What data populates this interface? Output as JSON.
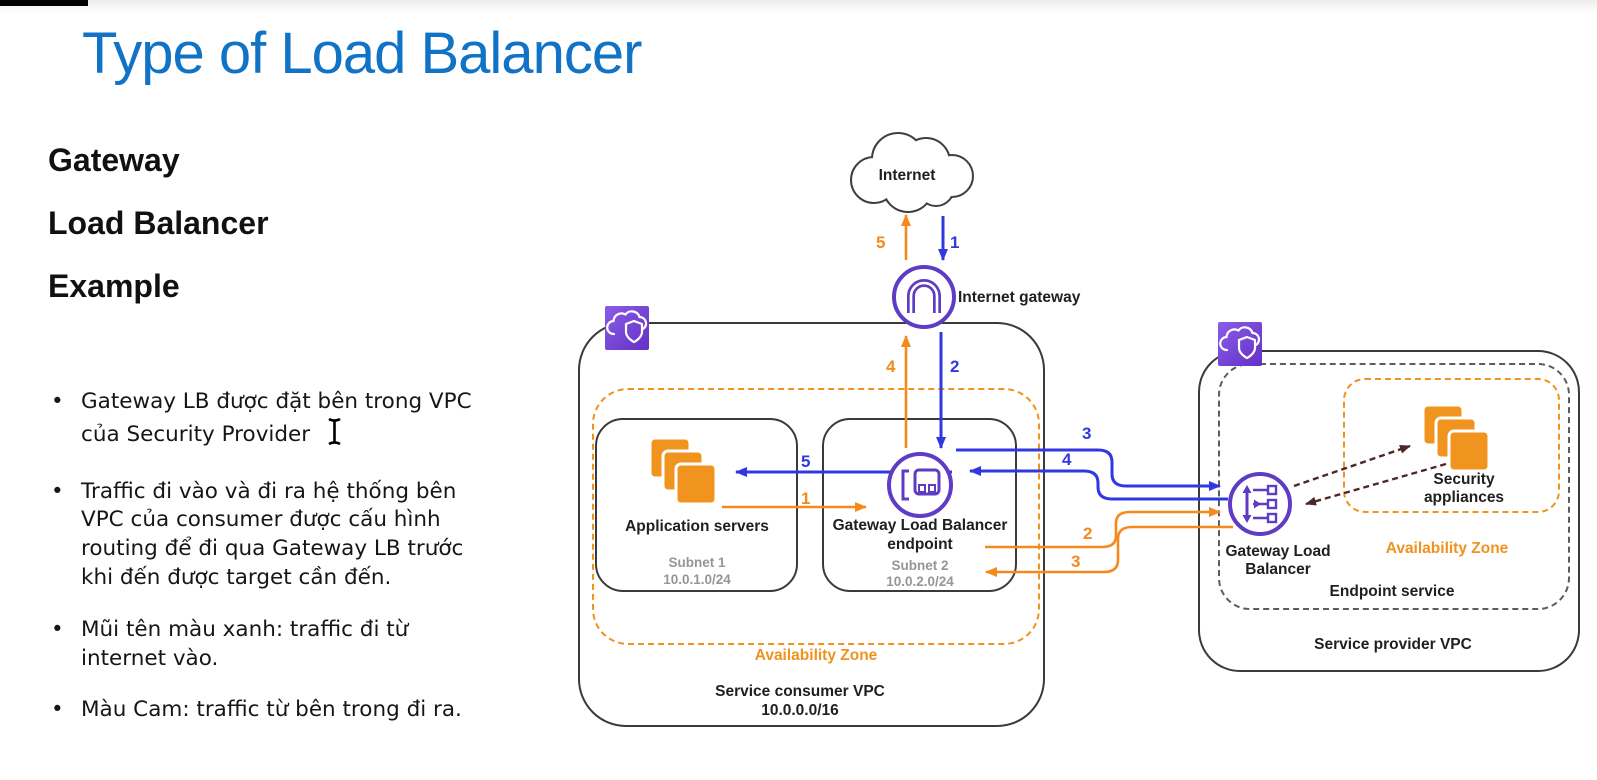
{
  "slide": {
    "title": "Type of Load Balancer",
    "heading_lines": [
      "Gateway",
      "Load Balancer",
      "Example"
    ],
    "bullets": [
      "Gateway LB được đặt bên trong VPC của Security Provider",
      "Traffic đi vào và đi ra hệ thống bên VPC của consumer được cấu hình routing để đi qua Gateway LB trước khi đến được target cần đến.",
      "Mũi tên màu xanh: traffic đi từ internet vào.",
      "Màu Cam: traffic từ bên trong đi ra."
    ]
  },
  "diagram": {
    "internet": {
      "label": "Internet"
    },
    "internet_gateway": {
      "label": "Internet gateway"
    },
    "consumer_vpc": {
      "name": "Service consumer VPC",
      "cidr": "10.0.0.0/16",
      "availability_zone": "Availability Zone",
      "subnet1": {
        "resource": "Application servers",
        "name": "Subnet 1",
        "cidr": "10.0.1.0/24"
      },
      "subnet2": {
        "resource_line1": "Gateway Load Balancer",
        "resource_line2": "endpoint",
        "name": "Subnet 2",
        "cidr": "10.0.2.0/24"
      }
    },
    "provider_vpc": {
      "name": "Service provider VPC",
      "endpoint_service": "Endpoint service",
      "availability_zone": "Availability Zone",
      "gwlb_line1": "Gateway Load",
      "gwlb_line2": "Balancer",
      "appliances_line1": "Security",
      "appliances_line2": "appliances"
    },
    "steps": {
      "blue": [
        "1",
        "2",
        "3",
        "4",
        "5"
      ],
      "orange": [
        "1",
        "2",
        "3",
        "4",
        "5"
      ]
    }
  },
  "icons": {
    "vpc-icon": "purple square with white cloud and shield",
    "internet-cloud": "outlined cloud shape",
    "internet-gateway-icon": "purple circle with arch glyph",
    "gwlb-endpoint-icon": "purple circle with bracket and network card",
    "gwlb-icon": "purple circle with fan-out branches",
    "servers-icon": "three stacked orange squares",
    "text-cursor-icon": "I-beam text cursor"
  },
  "colors": {
    "title_blue": "#1173C5",
    "inbound_blue": "#3038E0",
    "outbound_orange": "#F5891D",
    "aws_purple": "#5E3CC3",
    "az_orange": "#F0921E",
    "appliance_arrow": "#4E2727",
    "icon_orange": "#F0941F"
  }
}
